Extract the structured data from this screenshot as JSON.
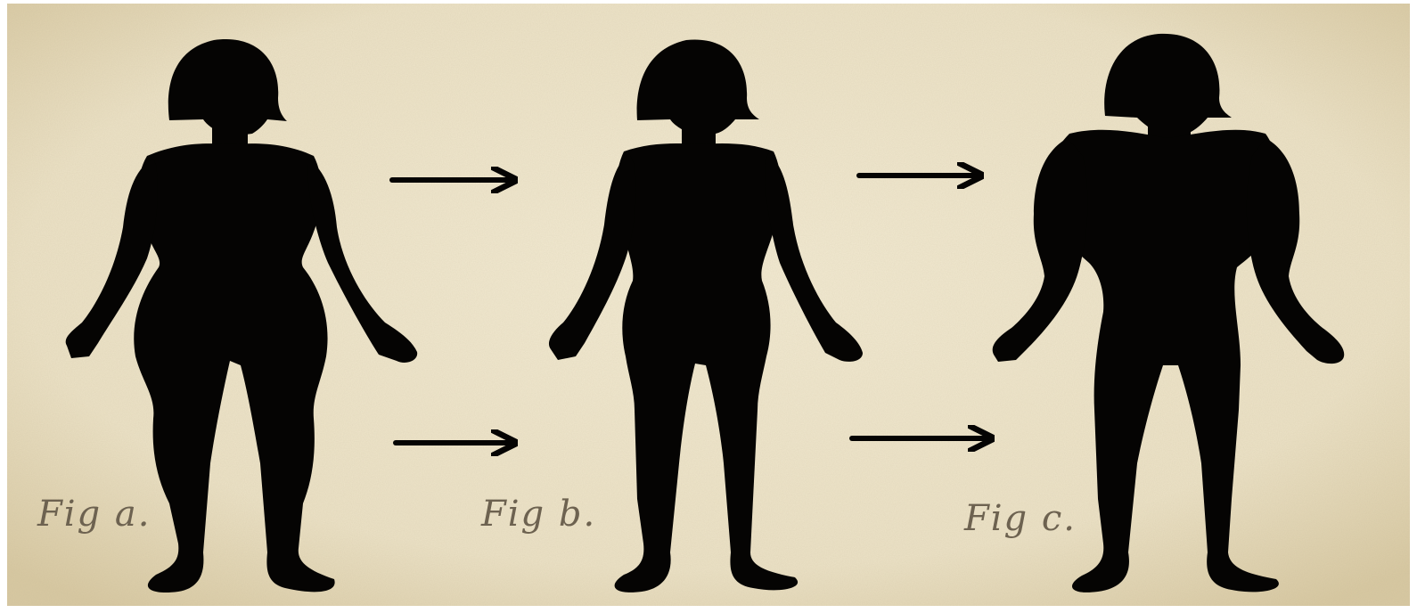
{
  "figures": [
    {
      "id": "a",
      "label": "Fig a.",
      "build": "curvy"
    },
    {
      "id": "b",
      "label": "Fig b.",
      "build": "slender"
    },
    {
      "id": "c",
      "label": "Fig c.",
      "build": "muscular"
    }
  ],
  "colors": {
    "paper": "#efe6cc",
    "paper_edge": "#d9caa4",
    "ink": "#050403",
    "label_ink": "#6d6250"
  },
  "arrows": {
    "count": 4,
    "direction": "right"
  }
}
